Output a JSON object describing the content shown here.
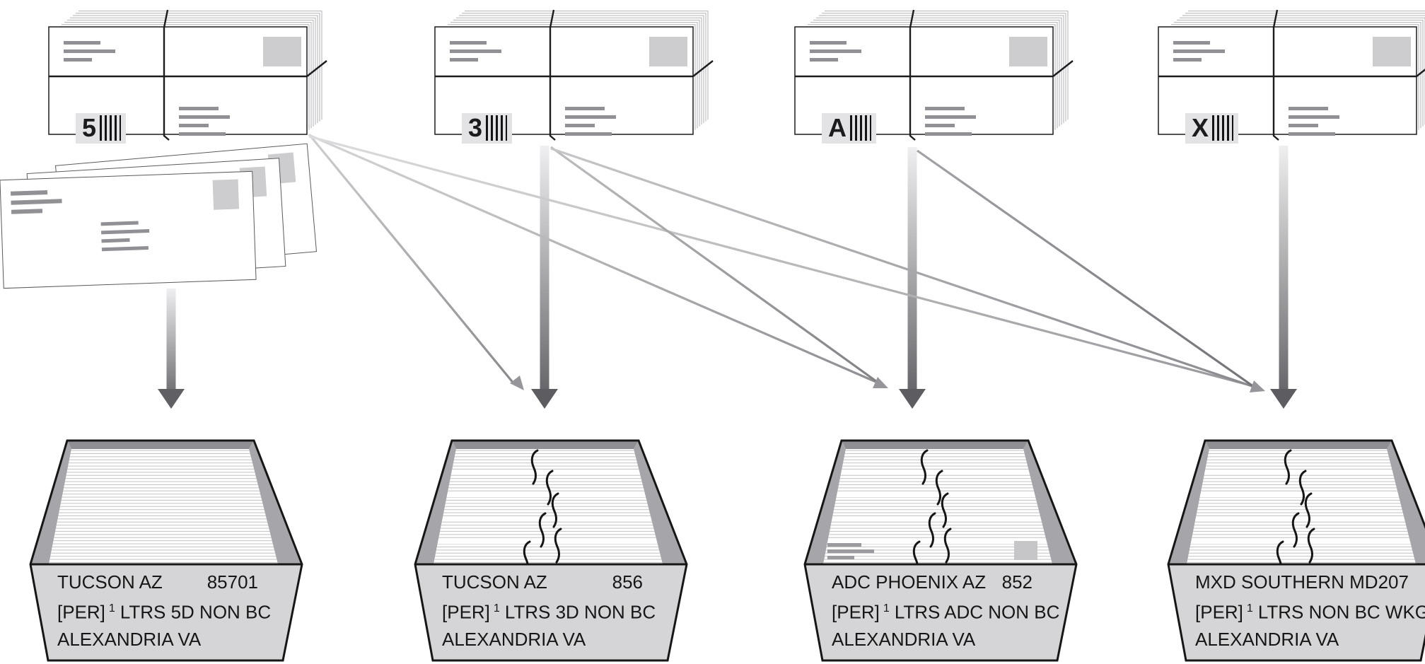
{
  "diagram": {
    "bundles": [
      {
        "char": "5"
      },
      {
        "char": "3"
      },
      {
        "char": "A"
      },
      {
        "char": "X"
      }
    ],
    "trays": [
      {
        "line1_left": "TUCSON AZ",
        "line1_right": "85701",
        "line2_prefix": "[PER]",
        "line2_sup": "1",
        "line2_rest": "LTRS 5D NON BC",
        "line3": "ALEXANDRIA VA"
      },
      {
        "line1_left": "TUCSON AZ",
        "line1_right": "856",
        "line2_prefix": "[PER]",
        "line2_sup": "1",
        "line2_rest": "LTRS 3D NON BC",
        "line3": "ALEXANDRIA VA"
      },
      {
        "line1_left": "ADC PHOENIX AZ",
        "line1_right": "852",
        "line2_prefix": "[PER]",
        "line2_sup": "1",
        "line2_rest": "LTRS ADC NON BC",
        "line3": "ALEXANDRIA VA"
      },
      {
        "line1_left": "MXD SOUTHERN MD",
        "line1_right": "207",
        "line2_prefix": "[PER]",
        "line2_sup": "1",
        "line2_rest": "LTRS NON BC WKG",
        "line3": "ALEXANDRIA VA"
      }
    ],
    "colors": {
      "tray_face": "#d5d5d7",
      "tray_wall": "#a6a6aa",
      "address_bar": "#919195",
      "stamp": "#cdcdd0",
      "label_background": "#e3e3e5",
      "arrow_dark": "#5d5d61",
      "arrow_light": "#ededef",
      "outline": "#161616"
    }
  }
}
